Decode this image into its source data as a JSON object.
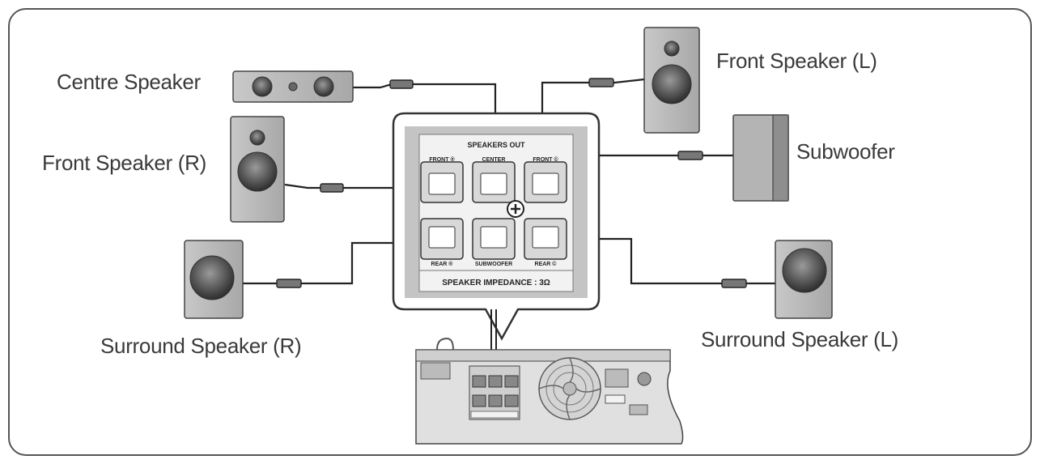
{
  "speakers": {
    "centre": "Centre Speaker",
    "front_left": "Front Speaker (L)",
    "front_right": "Front Speaker (R)",
    "subwoofer": "Subwoofer",
    "surround_right": "Surround Speaker (R)",
    "surround_left": "Surround Speaker (L)"
  },
  "panel": {
    "title": "SPEAKERS OUT",
    "impedance": "SPEAKER IMPEDANCE : 3Ω",
    "terminals_top": [
      "FRONT ®",
      "CENTER",
      "FRONT ©"
    ],
    "terminals_bottom": [
      "REAR ®",
      "SUBWOOFER",
      "REAR ©"
    ]
  },
  "colors": {
    "speaker_body": "#b5b5b5",
    "panel_bg": "#c4c4c4",
    "wire": "#222222",
    "text": "#3a3a3a"
  }
}
